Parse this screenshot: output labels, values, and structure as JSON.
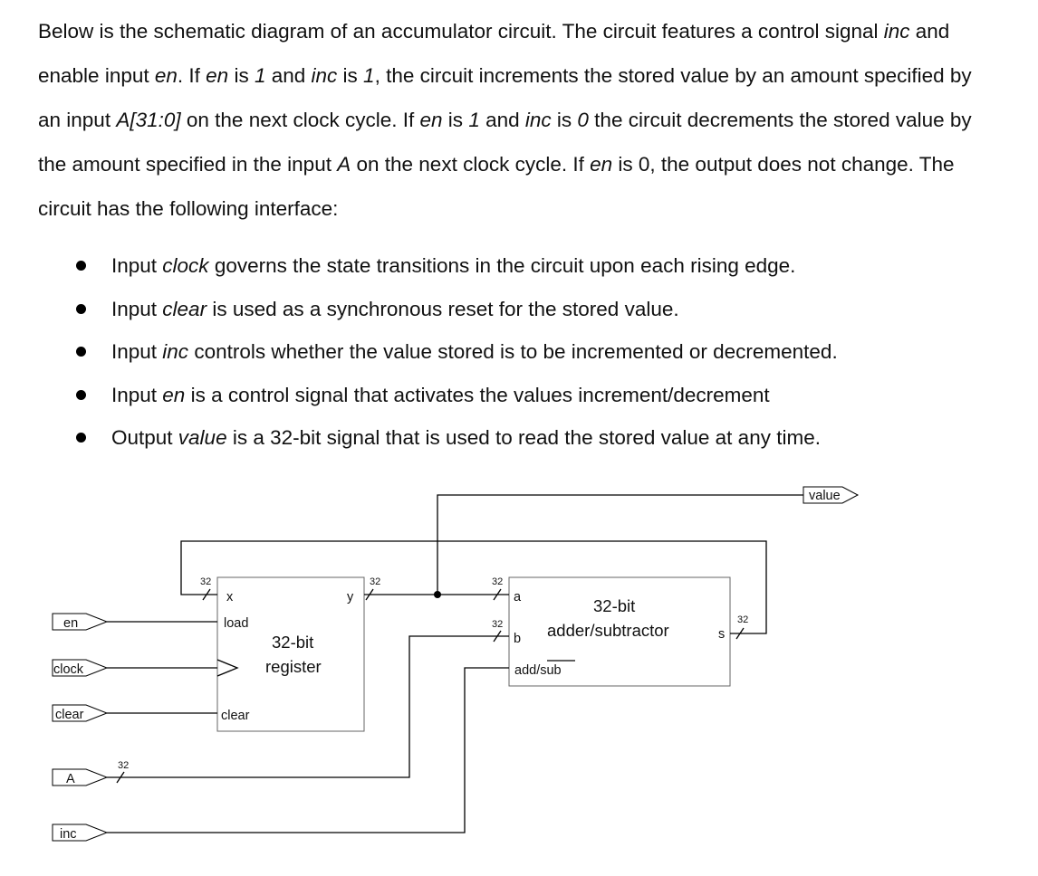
{
  "intro": {
    "s1": "Below is the schematic diagram of an accumulator circuit. The circuit features a control signal ",
    "inc1": "inc",
    "s2": " and enable input ",
    "en1": "en",
    "s3": ". If ",
    "en2": "en",
    "s4": " is ",
    "one1": "1",
    "s5": " and ",
    "inc2": "inc",
    "s6": " is ",
    "one2": "1",
    "s7": ", the circuit increments the stored value by an amount specified by an input ",
    "a_bus": "A[31:0]",
    "s8": " on the next clock cycle. If ",
    "en3": "en",
    "s9": " is ",
    "one3": "1",
    "s10": " and ",
    "inc3": "inc",
    "s11": " is ",
    "zero1": "0",
    "s12": " the circuit decrements the stored value by the amount specified in the input ",
    "a_in": "A",
    "s13": " on the next clock cycle. If ",
    "en4": "en",
    "s14": " is 0, the output does not change. The circuit has the following interface:"
  },
  "bullets": [
    {
      "pre": "Input ",
      "name": "clock",
      "post": " governs the state transitions in the circuit upon each rising edge."
    },
    {
      "pre": "Input ",
      "name": "clear",
      "post": " is used as a synchronous reset for the stored value."
    },
    {
      "pre": "Input ",
      "name": "inc",
      "post": " controls whether the value stored is to be incremented or decremented."
    },
    {
      "pre": "Input ",
      "name": "en",
      "post": " is a control signal that activates the values increment/decrement"
    },
    {
      "pre": "Output ",
      "name": "value",
      "post": " is a 32-bit signal that is used to read the stored value at any time."
    }
  ],
  "diagram": {
    "inputs": {
      "en": "en",
      "clock": "clock",
      "clear": "clear",
      "A": "A",
      "inc": "inc"
    },
    "output": "value",
    "register": {
      "title1": "32-bit",
      "title2": "register",
      "pin_x": "x",
      "pin_load": "load",
      "pin_clear": "clear",
      "pin_y": "y"
    },
    "adder": {
      "title1": "32-bit",
      "title2": "adder/subtractor",
      "pin_a": "a",
      "pin_b": "b",
      "pin_s": "s",
      "pin_addsub_add": "add/",
      "pin_addsub_sub": "sub"
    },
    "bus_width": "32"
  }
}
